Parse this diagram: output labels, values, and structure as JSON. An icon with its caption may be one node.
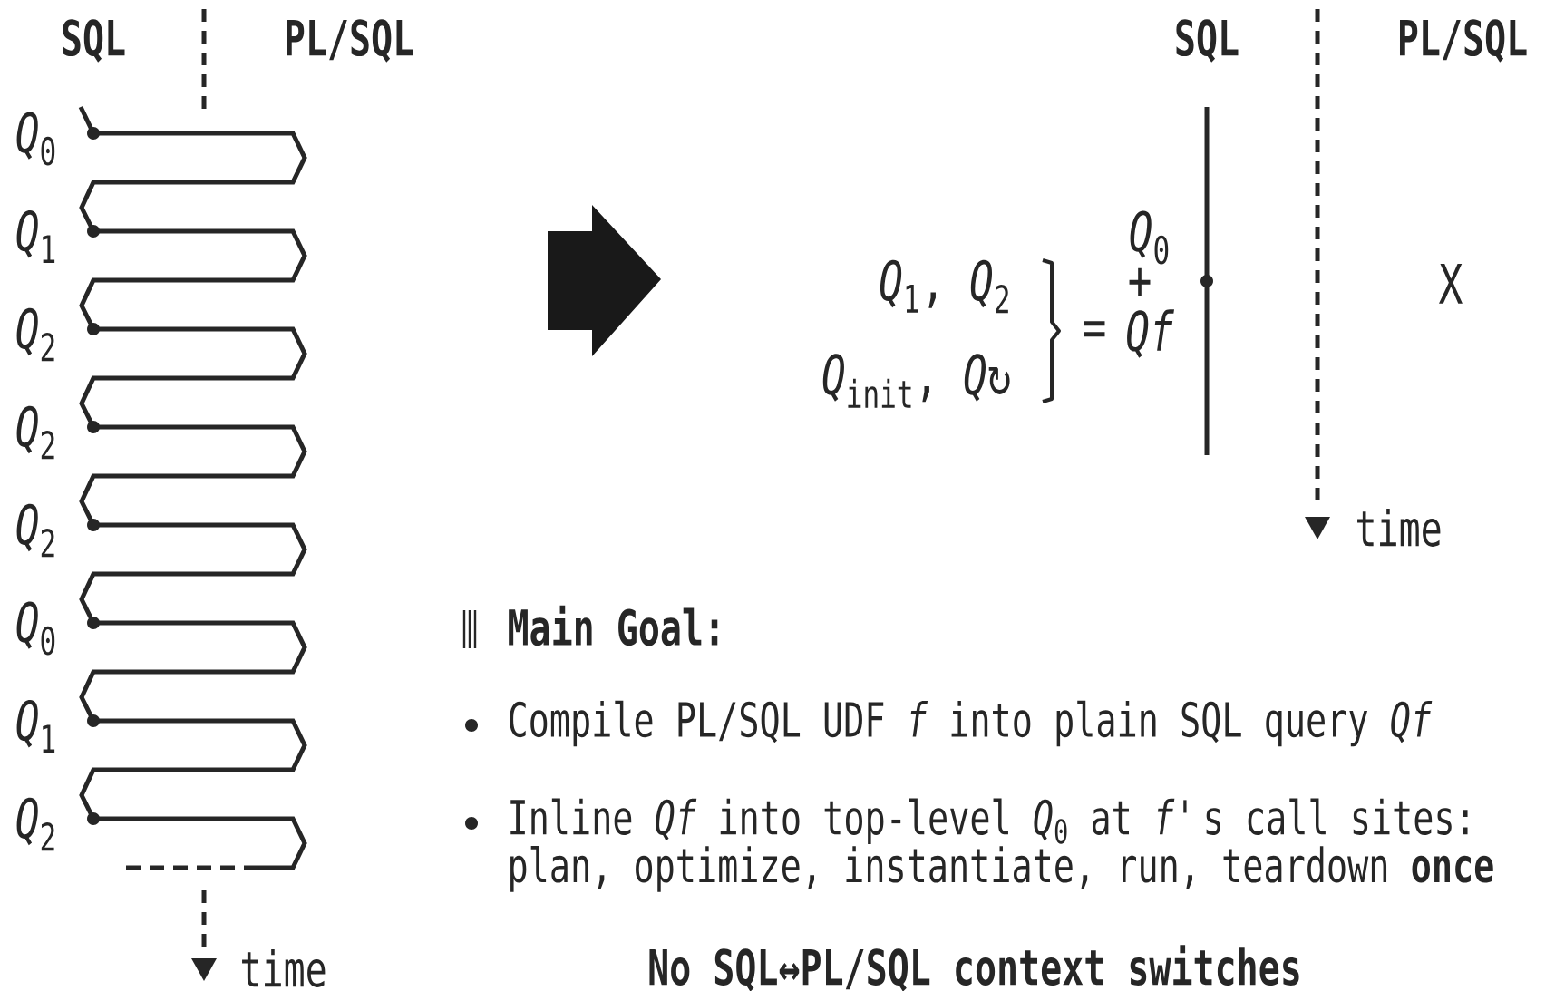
{
  "diagram": {
    "labels": [
      "SQL",
      "PL/SQL",
      "SQL",
      "PL/SQL",
      "*Q*$_{0}$",
      "*Q*$_{1}$",
      "*Q*$_{2}$",
      "*Q*$_{2}$",
      "*Q*$_{2}$",
      "*Q*$_{0}$",
      "*Q*$_{1}$",
      "*Q*$_{2}$",
      "*Q*$_{0}$",
      "+",
      "*Q*$_{1}$, *Q*$_{2}$",
      "*Q*$_{init}$, *Q*↻",
      "=",
      "Qf",
      "X",
      "time",
      "Main Goal:",
      "Compile PL/SQL UDF *f* into plain SQL query *Qf*",
      "Inline *Qf* into top-level *Q*$_{0}$ at *f*'s call sites: plan, optimize, instantiate, run, teardown **once**",
      "time",
      "No SQL↔PL/SQL context switches"
    ]
  }
}
